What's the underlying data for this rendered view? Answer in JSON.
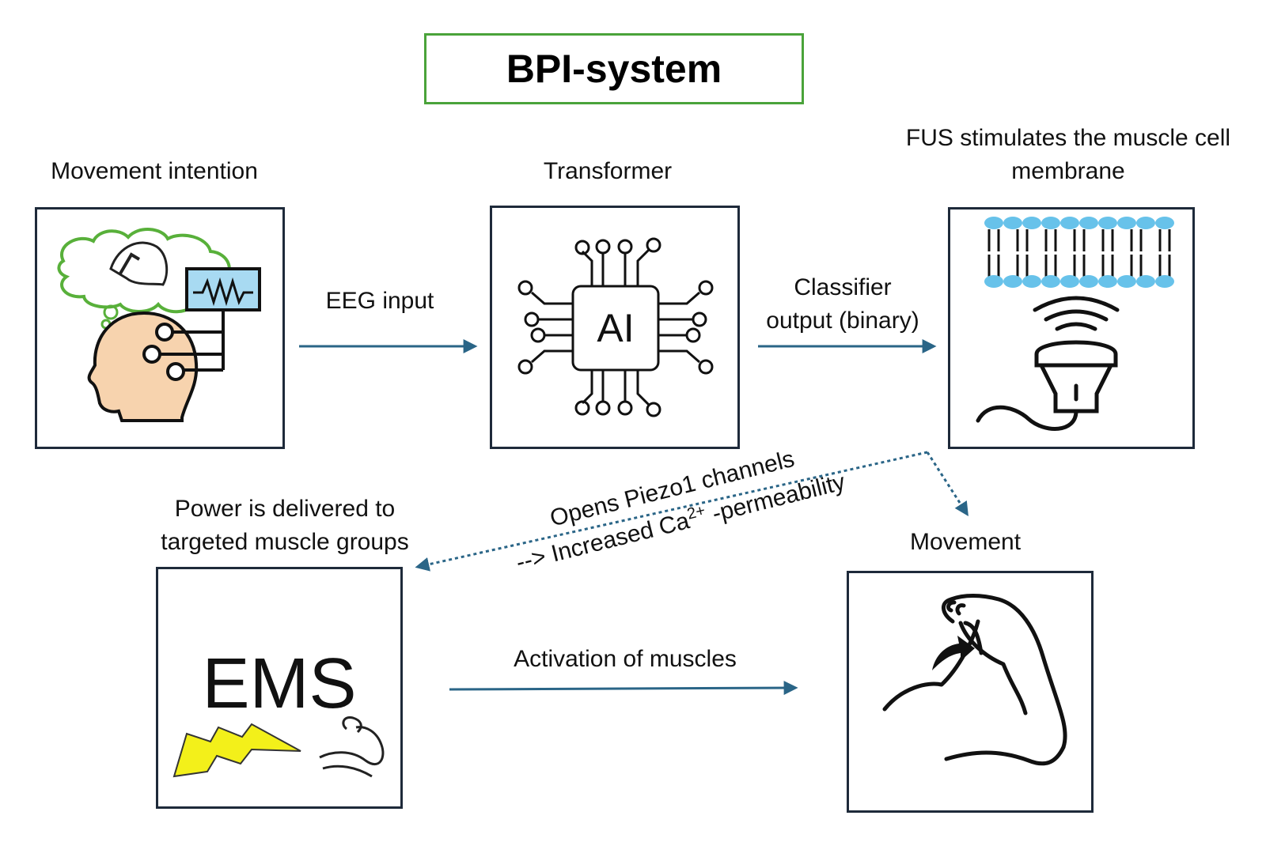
{
  "title": "BPI-system",
  "nodes": {
    "movement_intention": "Movement intention",
    "transformer": "Transformer",
    "transformer_icon_text": "AI",
    "fus_line1": "FUS stimulates the muscle cell",
    "fus_line2": "membrane",
    "power_line1": "Power is delivered to",
    "power_line2": "targeted muscle groups",
    "ems_text": "EMS",
    "movement": "Movement"
  },
  "edges": {
    "eeg_input": "EEG input",
    "classifier_line1": "Classifier",
    "classifier_line2": "output (binary)",
    "piezo_line1": "Opens Piezo1 channels",
    "piezo_line2_prefix": "--> Increased Ca",
    "piezo_line2_sup": "2+",
    "piezo_line2_suffix": " -permeability",
    "activation": "Activation of muscles"
  },
  "colors": {
    "arrow": "#2a6587",
    "title_border": "#4aa33a",
    "box_border": "#1e2a3a",
    "thought_cloud": "#58b03a",
    "skin": "#f7d3ae",
    "monitor": "#a8daf2",
    "lipid_head": "#67c2ea",
    "lightning": "#f3f01a"
  }
}
